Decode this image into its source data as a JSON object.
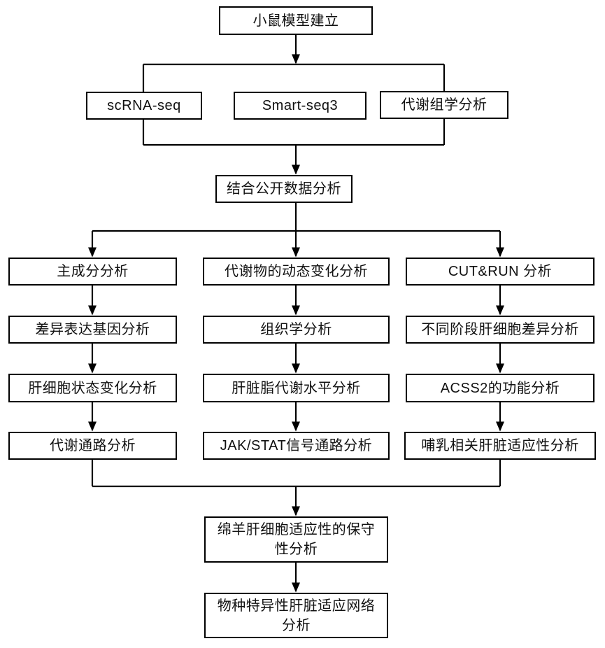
{
  "diagram": {
    "type": "flowchart",
    "colors": {
      "line": "#000000",
      "box_border": "#000000",
      "box_fill": "#ffffff",
      "text": "#111111"
    },
    "nodes": {
      "mouse_model": "小鼠模型建立",
      "scrna_seq": "scRNA-seq",
      "smart_seq3": "Smart-seq3",
      "metabolomics": "代谢组学分析",
      "public_data": "结合公开数据分析",
      "pca": "主成分分析",
      "metabolite_dynamics": "代谢物的动态变化分析",
      "cut_run": "CUT&RUN 分析",
      "deg": "差异表达基因分析",
      "histology": "组织学分析",
      "stage_hepatocyte_diff": "不同阶段肝细胞差异分析",
      "hepatocyte_state": "肝细胞状态变化分析",
      "liver_lipid": "肝脏脂代谢水平分析",
      "acss2_function": "ACSS2的功能分析",
      "metabolic_pathway": "代谢通路分析",
      "jak_stat": "JAK/STAT信号通路分析",
      "lactation_adaptation": "哺乳相关肝脏适应性分析",
      "sheep_conservation": "绵羊肝细胞适应性的保守性分析",
      "species_network": "物种特异性肝脏适应网络分析"
    },
    "edges": [
      "mouse_model -> {scrna_seq, smart_seq3, metabolomics}",
      "{scrna_seq, smart_seq3, metabolomics} -> public_data",
      "public_data -> {pca, metabolite_dynamics, cut_run}",
      "pca -> deg -> hepatocyte_state -> metabolic_pathway",
      "metabolite_dynamics -> histology -> liver_lipid -> jak_stat",
      "cut_run -> stage_hepatocyte_diff -> acss2_function -> lactation_adaptation",
      "{metabolic_pathway, jak_stat, lactation_adaptation} -> sheep_conservation",
      "sheep_conservation -> species_network"
    ]
  }
}
